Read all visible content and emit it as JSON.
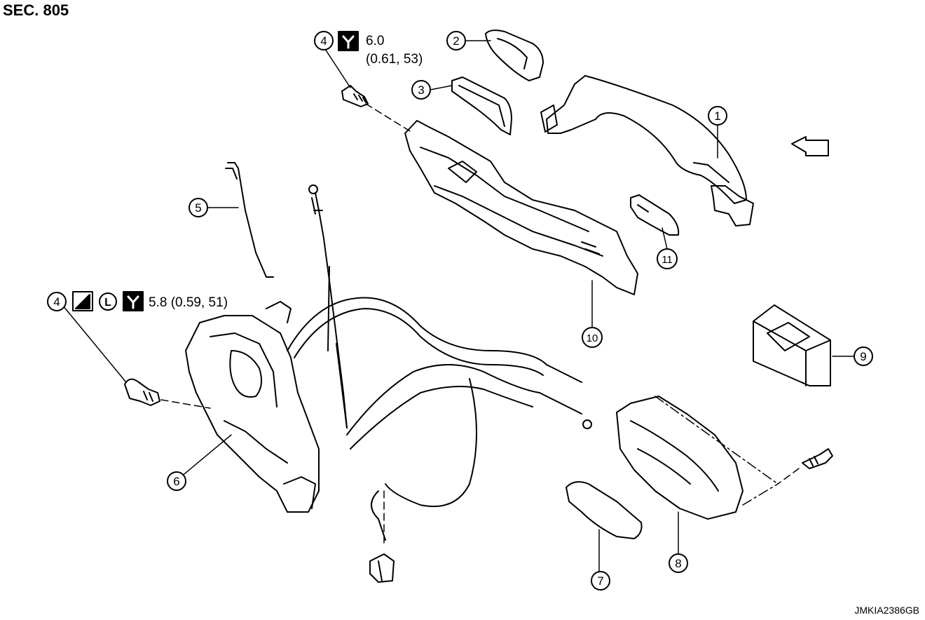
{
  "header": {
    "section": "SEC. 805"
  },
  "footer": {
    "code": "JMKIA2386GB"
  },
  "callouts": [
    {
      "id": "callout-1",
      "label": "1"
    },
    {
      "id": "callout-2",
      "label": "2"
    },
    {
      "id": "callout-3",
      "label": "3"
    },
    {
      "id": "callout-4a",
      "label": "4"
    },
    {
      "id": "callout-4b",
      "label": "4"
    },
    {
      "id": "callout-5",
      "label": "5"
    },
    {
      "id": "callout-6",
      "label": "6"
    },
    {
      "id": "callout-7",
      "label": "7"
    },
    {
      "id": "callout-8",
      "label": "8"
    },
    {
      "id": "callout-9",
      "label": "9"
    },
    {
      "id": "callout-10",
      "label": "10"
    },
    {
      "id": "callout-11",
      "label": "11"
    }
  ],
  "torque": {
    "upper_line1": "6.0",
    "upper_line2": "(0.61, 53)",
    "lower": "5.8 (0.59, 51)",
    "locking_symbol": "L"
  },
  "icons": [
    "torque-wrench-icon",
    "sealant-icon",
    "locking-sealant-icon",
    "front-arrow-icon"
  ]
}
